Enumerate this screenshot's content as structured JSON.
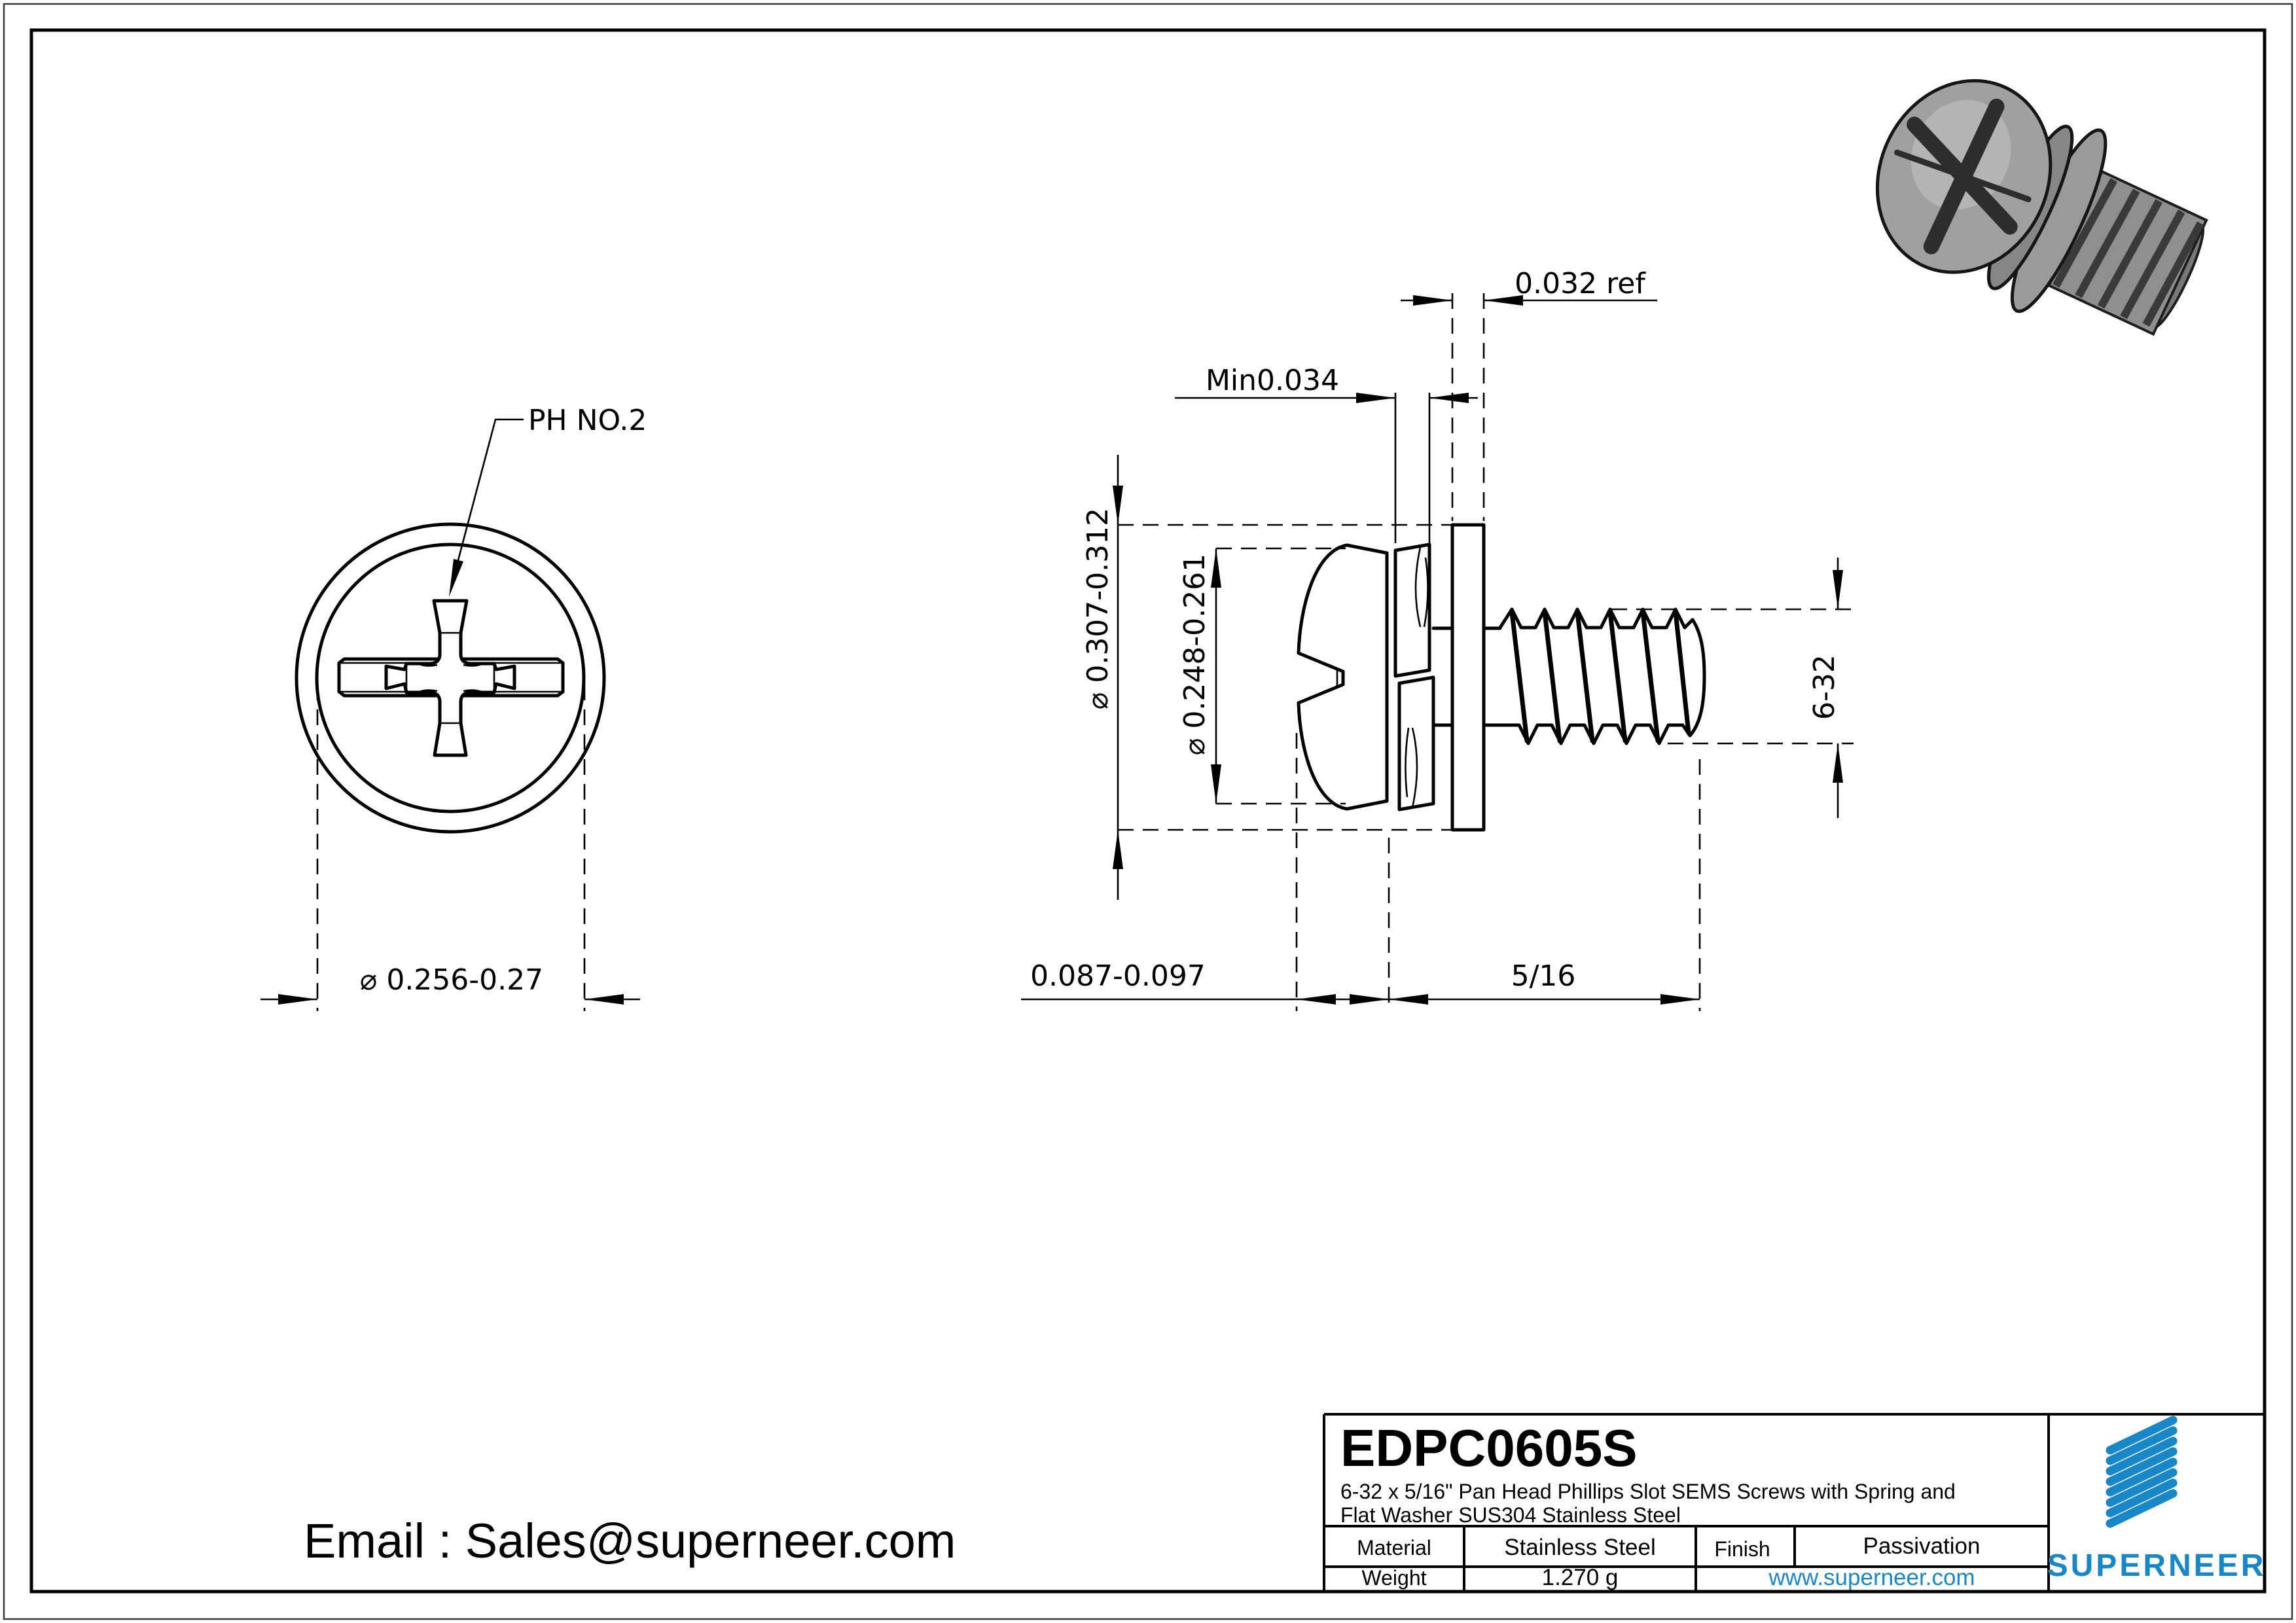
{
  "colors": {
    "accent": "#1787c8",
    "line": "#000000"
  },
  "front_view": {
    "drive_label": "PH NO.2",
    "head_diameter": "⌀ 0.256-0.27"
  },
  "side_view": {
    "washer_od": "⌀ 0.307-0.312",
    "head_od": "⌀ 0.248-0.261",
    "spring_washer_min": "Min0.034",
    "flat_washer_ref": "0.032 ref",
    "head_height": "0.087-0.097",
    "thread_length": "5/16",
    "thread_size": "6-32"
  },
  "contact": {
    "email": "Email : Sales@superneer.com"
  },
  "title_block": {
    "part_number": "EDPC0605S",
    "description_line1": "6-32 x 5/16\" Pan Head Phillips Slot SEMS Screws with Spring and",
    "description_line2": "Flat Washer SUS304 Stainless Steel",
    "material_label": "Material",
    "material_value": "Stainless Steel",
    "finish_label": "Finish",
    "finish_value": "Passivation",
    "weight_label": "Weight",
    "weight_value": "1.270 g",
    "website": "www.superneer.com",
    "brand": "SUPERNEER"
  }
}
